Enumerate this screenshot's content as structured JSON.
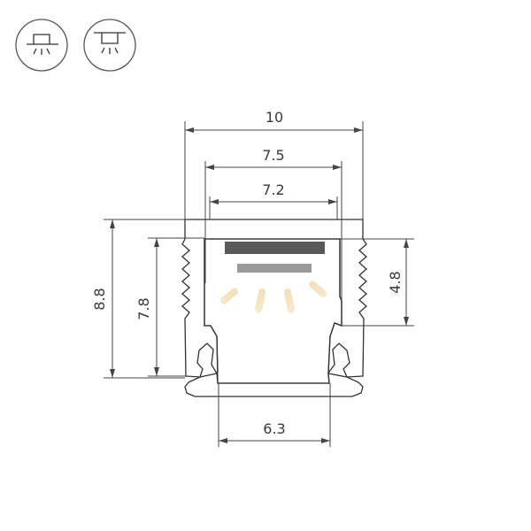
{
  "icons": [
    {
      "name": "surface-mount-icon"
    },
    {
      "name": "recessed-mount-icon"
    }
  ],
  "dimensions": {
    "outer_width": "10",
    "inner_top_width": "7.5",
    "inner_width": "7.2",
    "bottom_width": "6.3",
    "total_height": "8.8",
    "inner_height": "7.8",
    "cavity_height": "4.8"
  },
  "colors": {
    "line": "#444444",
    "hatch": "#555555",
    "led_strip": "#5a5a5a",
    "diffuser_strip": "#9a9a9a",
    "light_ray": "#f2d9a8"
  }
}
